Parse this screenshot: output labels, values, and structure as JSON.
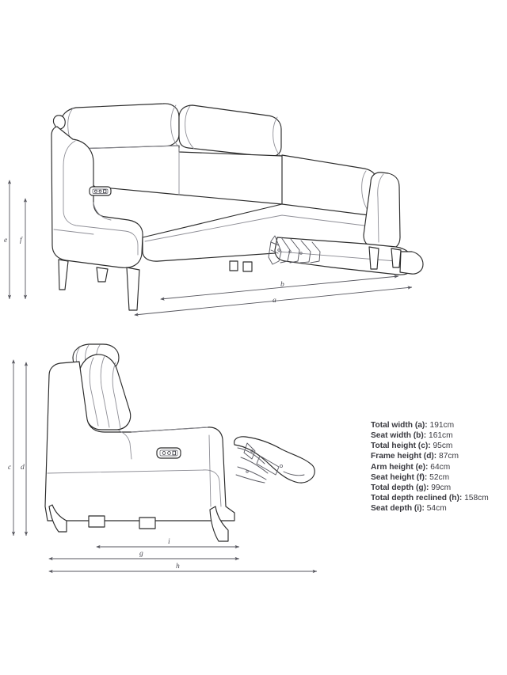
{
  "page": {
    "title": "Sofa dimensions technical diagram",
    "background_color": "#ffffff",
    "line_color": "#2b2b2b",
    "dimension_line_color": "#55555d",
    "text_color": "#39393f"
  },
  "views": {
    "front": {
      "name": "Three-seater power recliner sofa, front three-quarter view with right seat reclined",
      "caption": ""
    },
    "side": {
      "name": "Sofa side view with footrest extended",
      "caption": ""
    }
  },
  "dimension_markers": {
    "front_view": [
      {
        "key": "e",
        "label": "e",
        "orientation": "vertical"
      },
      {
        "key": "f",
        "label": "f",
        "orientation": "vertical"
      },
      {
        "key": "b",
        "label": "b",
        "orientation": "horizontal"
      },
      {
        "key": "a",
        "label": "a",
        "orientation": "horizontal"
      }
    ],
    "side_view": [
      {
        "key": "c",
        "label": "c",
        "orientation": "vertical"
      },
      {
        "key": "d",
        "label": "d",
        "orientation": "vertical"
      },
      {
        "key": "i",
        "label": "i",
        "orientation": "horizontal"
      },
      {
        "key": "g",
        "label": "g",
        "orientation": "horizontal"
      },
      {
        "key": "h",
        "label": "h",
        "orientation": "horizontal"
      }
    ]
  },
  "specifications": [
    {
      "label": "Total width (a):",
      "value": "191cm"
    },
    {
      "label": "Seat width (b):",
      "value": "161cm"
    },
    {
      "label": "Total height (c):",
      "value": "95cm"
    },
    {
      "label": "Frame height (d):",
      "value": "87cm"
    },
    {
      "label": "Arm height (e):",
      "value": "64cm"
    },
    {
      "label": "Seat height (f):",
      "value": "52cm"
    },
    {
      "label": "Total depth (g):",
      "value": "99cm"
    },
    {
      "label": "Total depth reclined (h):",
      "value": "158cm"
    },
    {
      "label": "Seat depth (i):",
      "value": "54cm"
    }
  ],
  "controls": {
    "front_panel": {
      "name": "power recliner control panel",
      "buttons": 3
    },
    "side_panel": {
      "name": "power recliner control panel",
      "buttons": 3
    }
  }
}
